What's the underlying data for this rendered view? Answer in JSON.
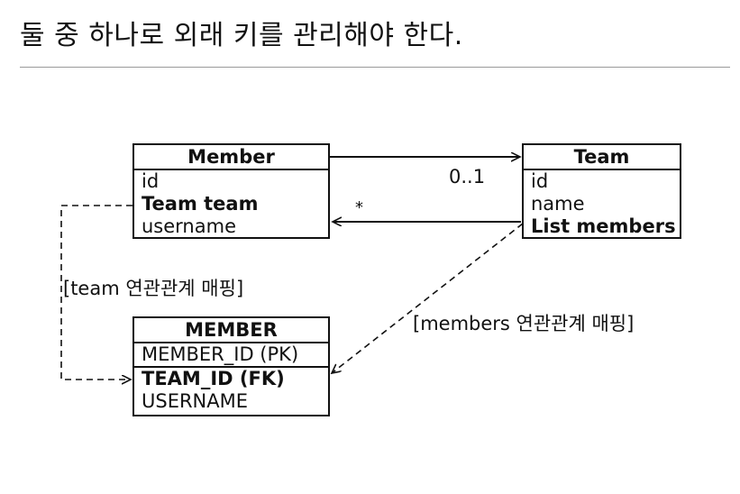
{
  "title": "둘 중 하나로 외래 키를 관리해야 한다.",
  "member_entity": {
    "name": "Member",
    "fields": [
      "id",
      "Team team",
      "username"
    ]
  },
  "team_entity": {
    "name": "Team",
    "fields": [
      "id",
      "name",
      "List members"
    ]
  },
  "member_table": {
    "name": "MEMBER",
    "columns": [
      "MEMBER_ID (PK)",
      "TEAM_ID (FK)",
      "USERNAME"
    ]
  },
  "labels": {
    "multiplicity_one": "0..1",
    "multiplicity_many": "*",
    "team_mapping": "[team 연관관계 매핑]",
    "members_mapping": "[members 연관관계 매핑]"
  }
}
